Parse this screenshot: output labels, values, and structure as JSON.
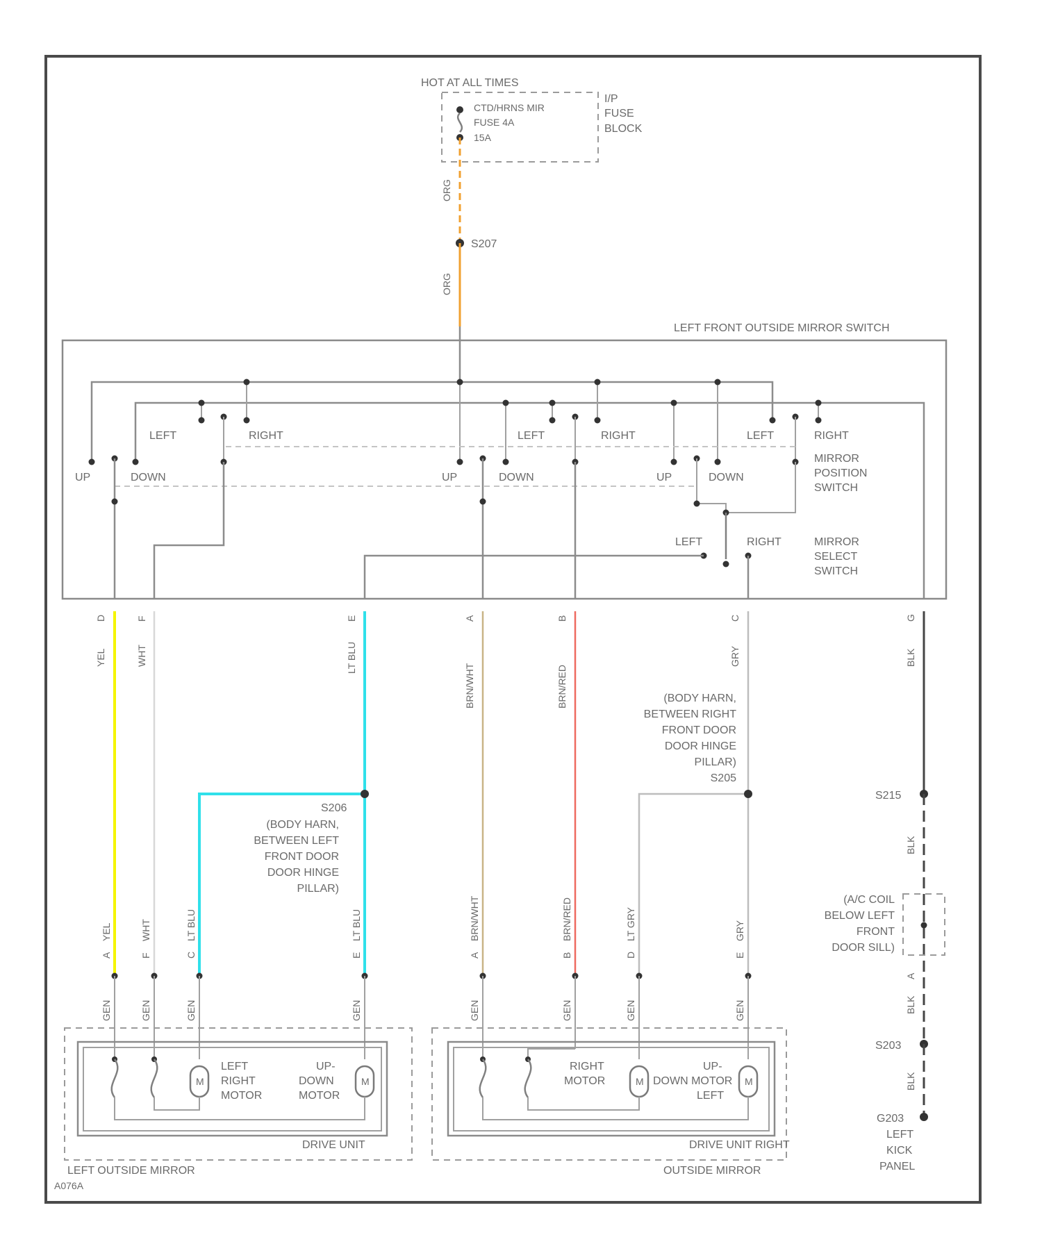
{
  "colors": {
    "frame": "#4a4a4a",
    "wire_org": "#f0a030",
    "wire_yel": "#f5f500",
    "wire_wht": "#d8d8d8",
    "wire_lt_blu": "#30e0ea",
    "wire_brn_wht": "#c8b486",
    "wire_brn_red": "#ee6a60",
    "wire_gry": "#bdbdbd",
    "wire_blk": "#454545"
  },
  "power": {
    "hot_label": "HOT AT ALL TIMES",
    "fuse_line1": "CTD/HRNS MIR",
    "fuse_line2": "FUSE 4A",
    "fuse_line3": "15A",
    "block_line1": "I/P",
    "block_line2": "FUSE",
    "block_line3": "BLOCK",
    "wire_top": "ORG",
    "splice": "S207",
    "wire_bottom": "ORG"
  },
  "switch_assembly": {
    "title": "LEFT FRONT OUTSIDE MIRROR SWITCH",
    "labels_row1": [
      "LEFT",
      "RIGHT",
      "LEFT",
      "RIGHT",
      "LEFT",
      "RIGHT"
    ],
    "labels_row2": [
      "UP",
      "DOWN",
      "UP",
      "DOWN",
      "UP",
      "DOWN"
    ],
    "position_switch": [
      "MIRROR",
      "POSITION",
      "SWITCH"
    ],
    "select_left": "LEFT",
    "select_right": "RIGHT",
    "select_switch": [
      "MIRROR",
      "SELECT",
      "SWITCH"
    ]
  },
  "switch_wires": [
    {
      "pin": "D",
      "color": "YEL"
    },
    {
      "pin": "F",
      "color": "WHT"
    },
    {
      "pin": "E",
      "color": "LT BLU"
    },
    {
      "pin": "A",
      "color": "BRN/WHT"
    },
    {
      "pin": "B",
      "color": "BRN/RED"
    },
    {
      "pin": "C",
      "color": "GRY"
    },
    {
      "pin": "G",
      "color": "BLK"
    }
  ],
  "left_splice": {
    "id": "S206",
    "lines": [
      "(BODY HARN,",
      "BETWEEN LEFT",
      "FRONT DOOR",
      "DOOR HINGE",
      "PILLAR)"
    ]
  },
  "right_splice": {
    "lines": [
      "(BODY HARN,",
      "BETWEEN RIGHT",
      "FRONT DOOR",
      "DOOR HINGE",
      "PILLAR)"
    ],
    "id": "S205"
  },
  "left_mirror_wires": [
    {
      "pin": "A",
      "color": "YEL"
    },
    {
      "pin": "F",
      "color": "WHT"
    },
    {
      "pin": "C",
      "color": "LT BLU"
    },
    {
      "pin": "E",
      "color": "LT BLU"
    }
  ],
  "right_mirror_wires": [
    {
      "pin": "A",
      "color": "BRN/WHT"
    },
    {
      "pin": "B",
      "color": "BRN/RED"
    },
    {
      "pin": "D",
      "color": "LT GRY"
    },
    {
      "pin": "E",
      "color": "GRY"
    }
  ],
  "connector_tag": "GEN",
  "left_mirror": {
    "motor1": [
      "LEFT",
      "RIGHT",
      "MOTOR"
    ],
    "motor2": [
      "UP-",
      "DOWN",
      "MOTOR"
    ],
    "motor_symbol": "M",
    "drive_unit": "DRIVE UNIT",
    "name": "LEFT OUTSIDE MIRROR",
    "code": "A076A"
  },
  "right_mirror": {
    "motor1": [
      "RIGHT",
      "MOTOR"
    ],
    "motor2": [
      "UP-",
      "DOWN MOTOR",
      "LEFT"
    ],
    "motor_symbol": "M",
    "drive_unit": "DRIVE UNIT RIGHT",
    "name": "OUTSIDE MIRROR"
  },
  "ground": {
    "splice1": "S215",
    "wire1": "BLK",
    "connector": [
      "(A/C COIL",
      "BELOW LEFT",
      "FRONT",
      "DOOR SILL)"
    ],
    "pin": "A",
    "wire2": "BLK",
    "splice2": "S203",
    "wire3": "BLK",
    "ground_id": "G203",
    "ground_lines": [
      "LEFT",
      "KICK",
      "PANEL"
    ]
  }
}
